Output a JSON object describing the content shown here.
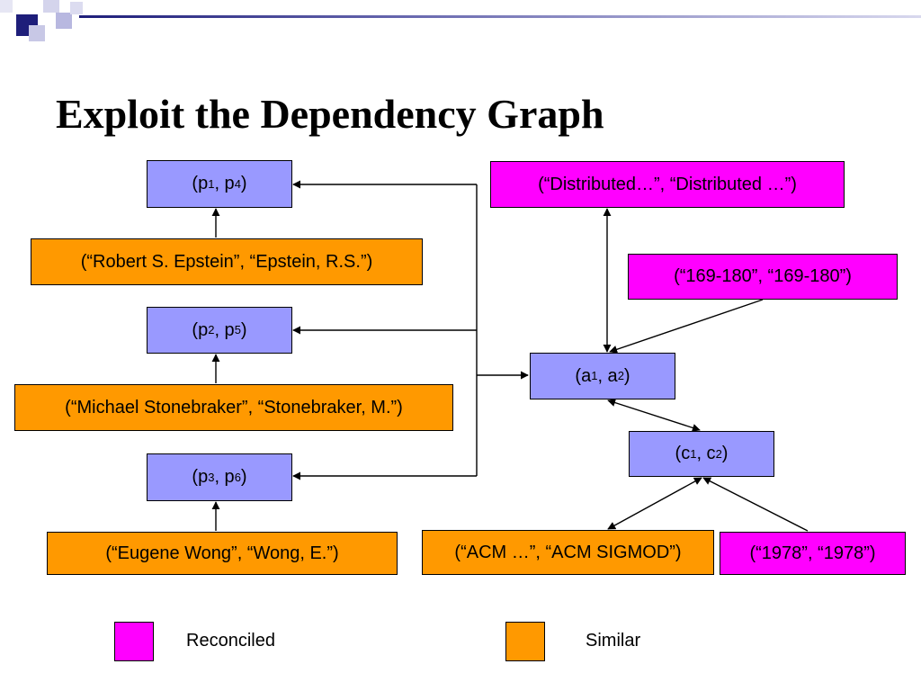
{
  "slide": {
    "title": "Exploit the Dependency Graph"
  },
  "colors": {
    "pair": "#9999ff",
    "similar": "#ff9900",
    "reconciled": "#ff00ff"
  },
  "nodes": {
    "p1p4": {
      "open": "(p",
      "s1": "1",
      "mid": ", p",
      "s2": "4",
      "close": ")"
    },
    "p2p5": {
      "open": "(p",
      "s1": "2",
      "mid": ", p",
      "s2": "5",
      "close": ")"
    },
    "p3p6": {
      "open": "(p",
      "s1": "3",
      "mid": ", p",
      "s2": "6",
      "close": ")"
    },
    "a1a2": {
      "open": "(a",
      "s1": "1",
      "mid": ", a",
      "s2": "2",
      "close": ")"
    },
    "c1c2": {
      "open": "(c",
      "s1": "1",
      "mid": ", c",
      "s2": "2",
      "close": ")"
    },
    "epstein": "(“Robert S. Epstein”, “Epstein, R.S.”)",
    "stonebraker": "(“Michael Stonebraker”, “Stonebraker, M.”)",
    "wong": "(“Eugene Wong”, “Wong, E.”)",
    "distributed": "(“Distributed…”, “Distributed …”)",
    "pages": "(“169-180”, “169-180”)",
    "acm": "(“ACM …”, “ACM SIGMOD”)",
    "year": "(“1978”, “1978”)"
  },
  "legend": {
    "reconciled": "Reconciled",
    "similar": "Similar"
  }
}
